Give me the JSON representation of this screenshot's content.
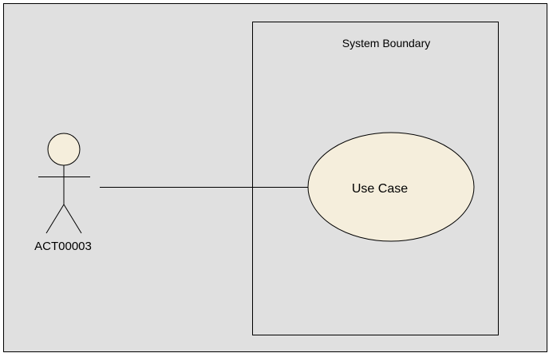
{
  "diagram": {
    "system_boundary": {
      "label": "System Boundary"
    },
    "use_case": {
      "label": "Use Case"
    },
    "actor": {
      "label": "ACT00003"
    }
  },
  "colors": {
    "canvas_background": "#e0e0e0",
    "canvas_border": "#000000",
    "shape_fill": "#f5eedc",
    "stroke": "#000000",
    "text": "#000000"
  }
}
